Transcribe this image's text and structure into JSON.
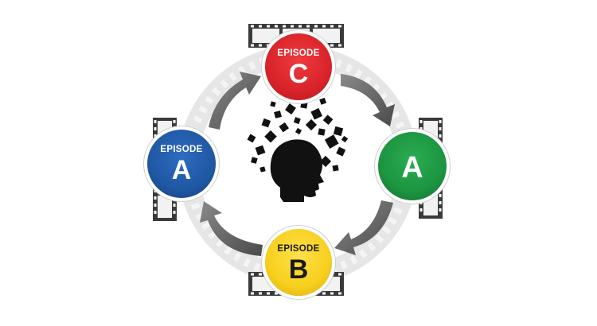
{
  "nodes": {
    "top": {
      "title": "EPISODE",
      "letter": "C",
      "color": "#d9232a"
    },
    "left": {
      "title": "EPISODE",
      "letter": "A",
      "color": "#1f58a3"
    },
    "right": {
      "title": "",
      "letter": "A",
      "color": "#1c9440"
    },
    "bottom": {
      "title": "EPISODE",
      "letter": "B",
      "color": "#f7cf1d"
    }
  },
  "icons": {
    "center": "head-with-scattered-fragments-icon",
    "arrows": "cycle-arrow-icon",
    "film": "film-strip-icon"
  },
  "colors": {
    "ring": "#e6e6e6",
    "arrow": "#6d6d6d",
    "film": "#3a3a3a"
  }
}
